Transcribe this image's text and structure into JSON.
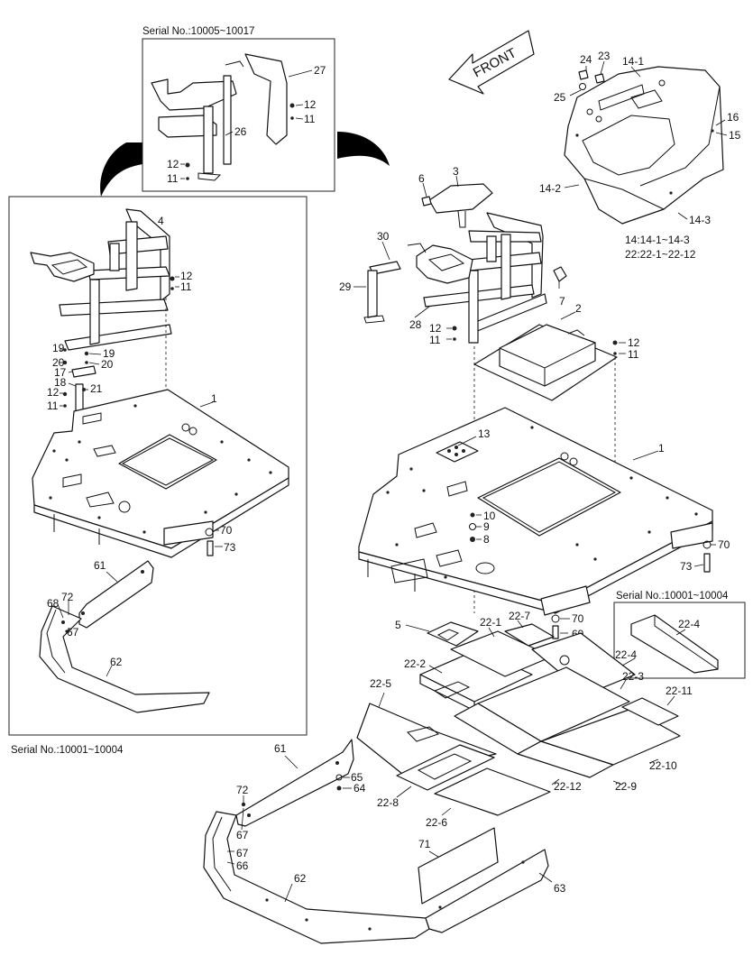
{
  "inset_top_caption": "Serial No.:10005~10017",
  "inset_left_caption": "Serial No.:10001~10004",
  "inset_right_caption": "Serial No.:10001~10004",
  "front_arrow_label": "FRONT",
  "group_note_1": "14:14-1~14-3",
  "group_note_2": "22:22-1~22-12",
  "part_labels": {
    "p27": "27",
    "p26": "26",
    "p12_top": "12",
    "p11_top": "11",
    "p12_top_l": "12",
    "p11_top_l": "11",
    "p4": "4",
    "p12_l1": "12",
    "p11_l1": "11",
    "p19a": "19",
    "p19b": "19",
    "p20a": "20",
    "p20b": "20",
    "p17": "17",
    "p18": "18",
    "p12_l2": "12",
    "p11_l2": "11",
    "p21": "21",
    "p1_l": "1",
    "p70_l": "70",
    "p73_l": "73",
    "p61_l": "61",
    "p68": "68",
    "p72_l": "72",
    "p67_l": "67",
    "p62_l": "62",
    "p6": "6",
    "p3": "3",
    "p30": "30",
    "p29": "29",
    "p28": "28",
    "p7": "7",
    "p12_r1": "12",
    "p11_r1": "11",
    "p2": "2",
    "p12_r2": "12",
    "p11_r2": "11",
    "p13": "13",
    "p1_r": "1",
    "p10": "10",
    "p9": "9",
    "p8": "8",
    "p73_r": "73",
    "p70_r": "70",
    "p69": "69",
    "p5": "5",
    "p24": "24",
    "p23": "23",
    "p14_1": "14-1",
    "p25": "25",
    "p16": "16",
    "p15": "15",
    "p14_2": "14-2",
    "p14_3": "14-3",
    "p22_1": "22-1",
    "p22_7": "22-7",
    "p22_4a": "22-4",
    "p22_4b": "22-4",
    "p22_2": "22-2",
    "p22_3": "22-3",
    "p22_11": "22-11",
    "p22_5": "22-5",
    "p22_10": "22-10",
    "p22_12": "22-12",
    "p22_9": "22-9",
    "p22_8": "22-8",
    "p22_6": "22-6",
    "p61_r": "61",
    "p65": "65",
    "p64": "64",
    "p72_r": "72",
    "p67_r1": "67",
    "p71": "71",
    "p67_r2": "67",
    "p66": "66",
    "p62_r": "62",
    "p63": "63"
  }
}
